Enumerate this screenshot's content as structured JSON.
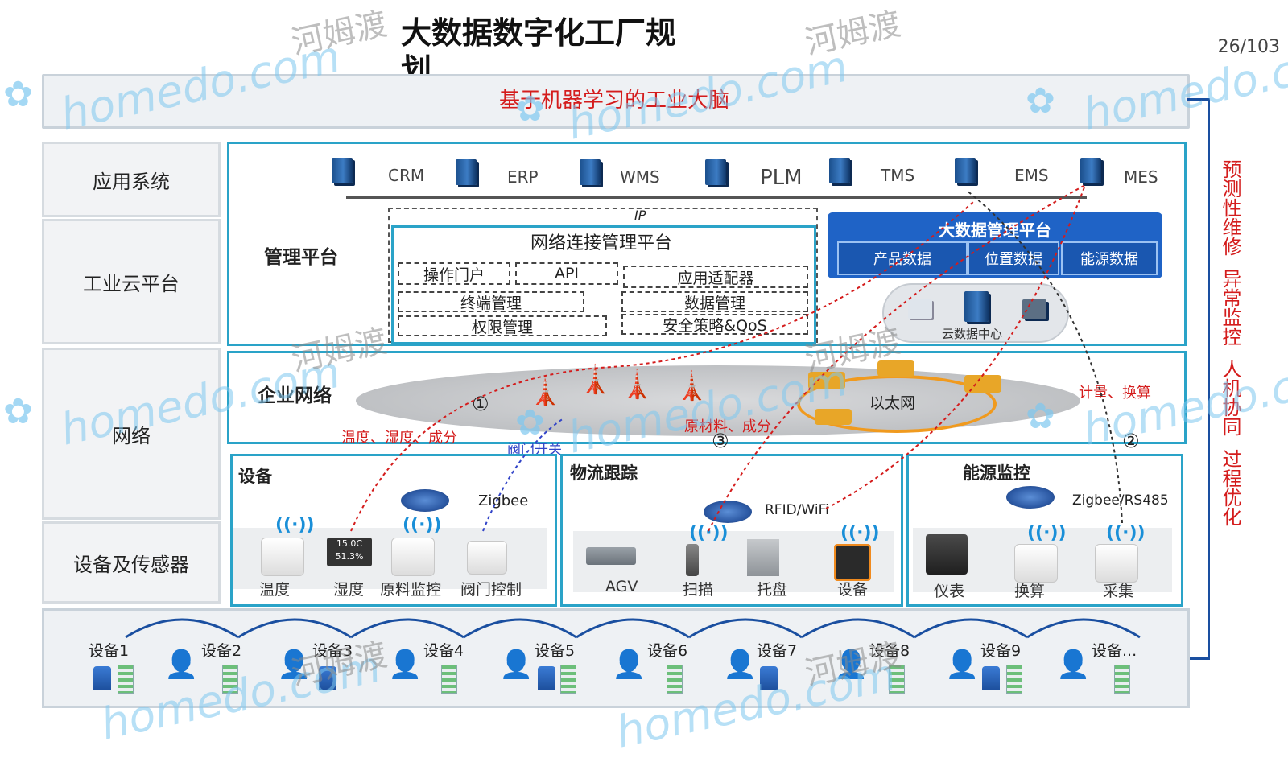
{
  "title": "大数据数字化工厂规划",
  "page_number": "26/103",
  "top_banner": "基于机器学习的工业大脑",
  "layers": [
    "应用系统",
    "工业云平台",
    "网络",
    "设备及传感器"
  ],
  "systems": [
    "CRM",
    "ERP",
    "WMS",
    "PLM",
    "TMS",
    "EMS",
    "MES"
  ],
  "ip_label": "IP",
  "management": {
    "label": "管理平台",
    "network_platform": "网络连接管理平台",
    "modules": [
      "操作门户",
      "API",
      "应用适配器",
      "终端管理",
      "数据管理",
      "权限管理",
      "安全策略&QoS"
    ]
  },
  "big_data": {
    "title": "大数据管理平台",
    "cells": [
      "产品数据",
      "位置数据",
      "能源数据"
    ],
    "cloud_label": "云数据中心"
  },
  "enterprise_network": {
    "label": "企业网络",
    "ethernet": "以太网",
    "annotations": [
      "温度、湿度、成分",
      "阀门开关",
      "原材料、成分",
      "计量、换算"
    ],
    "markers": [
      "①",
      "③",
      "②"
    ]
  },
  "equipment_section": {
    "label": "设备",
    "protocol": "Zigbee",
    "devices": [
      "温度",
      "湿度",
      "原料监控",
      "阀门控制"
    ],
    "display_reading": "15.0C 51.3%"
  },
  "logistics_section": {
    "label": "物流跟踪",
    "protocol": "RFID/WiFi",
    "devices": [
      "AGV",
      "扫描",
      "托盘",
      "设备"
    ]
  },
  "energy_section": {
    "label": "能源监控",
    "protocol": "Zigbee/RS485",
    "devices": [
      "仪表",
      "换算",
      "采集"
    ]
  },
  "side_labels": [
    "预测性维修",
    "异常监控",
    "人机协同",
    "过程优化"
  ],
  "equipment_chain": [
    "设备1",
    "设备2",
    "设备3",
    "设备4",
    "设备5",
    "设备6",
    "设备7",
    "设备8",
    "设备9",
    "设备..."
  ],
  "watermarks": {
    "latin": "homedo.com",
    "chinese": "河姆渡"
  },
  "colors": {
    "panel_border": "#2aa3c8",
    "accent_red": "#d41c1c",
    "big_data_blue": "#1f63c6",
    "chain_blue": "#1a4fa0"
  },
  "icons": [
    "server-icon",
    "router-icon",
    "tower-icon",
    "wifi-icon",
    "cloud-icon",
    "person-icon",
    "robot-icon",
    "cabinet-icon",
    "flower-logo-icon"
  ]
}
